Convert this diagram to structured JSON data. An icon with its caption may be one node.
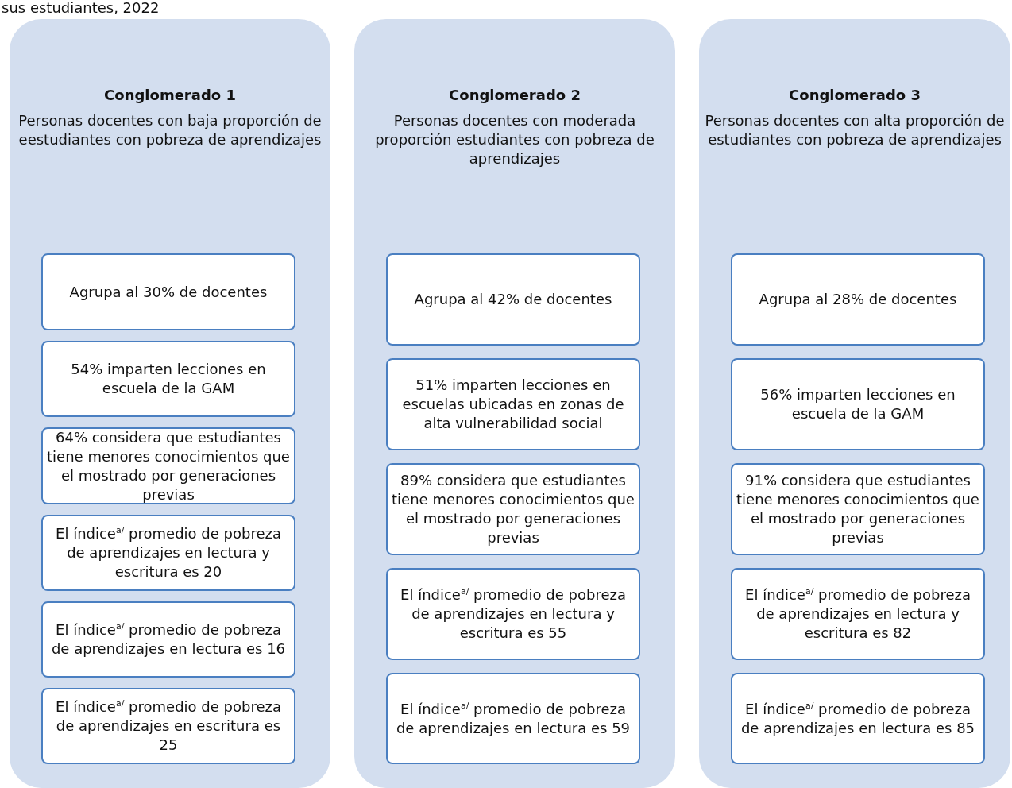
{
  "diagram": {
    "title": "sus estudiantes, 2022",
    "nodes": [
      {
        "text": [
          "Conglomerado 1",
          "Personas docentes con baja proporción de eestudiantes con pobreza de aprendizajes"
        ]
      },
      {
        "text": [
          "Agrupa al 30% de docentes"
        ],
        "in": 0
      },
      {
        "text": [
          "54% imparten lecciones en escuela de la GAM"
        ],
        "in": 0
      },
      {
        "text": [
          "64% considera que estudiantes tiene menores conocimientos que el mostrado por generaciones previas"
        ],
        "in": 0
      },
      {
        "text": [
          "El índice$^{a/}$ promedio de pobreza de aprendizajes en lectura y escritura es 20"
        ],
        "in": 0
      },
      {
        "text": [
          "El índice$^{a/}$ promedio de pobreza de aprendizajes en lectura es 16"
        ],
        "in": 0
      },
      {
        "text": [
          "El índice$^{a/}$ promedio de pobreza de aprendizajes en escritura es 25"
        ],
        "in": 0
      },
      {
        "text": [
          "Conglomerado 2",
          "Personas docentes con moderada proporción estudiantes con pobreza de aprendizajes"
        ]
      },
      {
        "text": [
          "Agrupa al 42% de docentes"
        ],
        "in": 7
      },
      {
        "text": [
          "51% imparten lecciones en escuelas ubicadas en zonas de alta vulnerabilidad social"
        ],
        "in": 7
      },
      {
        "text": [
          "89% considera que estudiantes tiene menores conocimientos que el mostrado por generaciones previas"
        ],
        "in": 7
      },
      {
        "text": [
          "El índice$^{a/}$ promedio de pobreza de aprendizajes en lectura y escritura es 55"
        ],
        "in": 7
      },
      {
        "text": [
          "El índice$^{a/}$ promedio de pobreza de aprendizajes en lectura es 59"
        ],
        "in": 7
      },
      {
        "text": [
          "Conglomerado 3",
          "Personas docentes con alta proporción de estudiantes con pobreza de aprendizajes"
        ]
      },
      {
        "text": [
          "Agrupa al 28% de docentes"
        ],
        "in": 13
      },
      {
        "text": [
          "56% imparten lecciones en escuela de la GAM"
        ],
        "in": 13
      },
      {
        "text": [
          "91% considera que estudiantes tiene menores conocimientos que el mostrado por generaciones previas"
        ],
        "in": 13
      },
      {
        "text": [
          "El índice$^{a/}$ promedio de pobreza de aprendizajes en lectura y escritura es 82"
        ],
        "in": 13
      },
      {
        "text": [
          "El índice$^{a/}$ promedio de pobreza de aprendizajes en lectura es 85"
        ],
        "in": 13
      }
    ]
  }
}
